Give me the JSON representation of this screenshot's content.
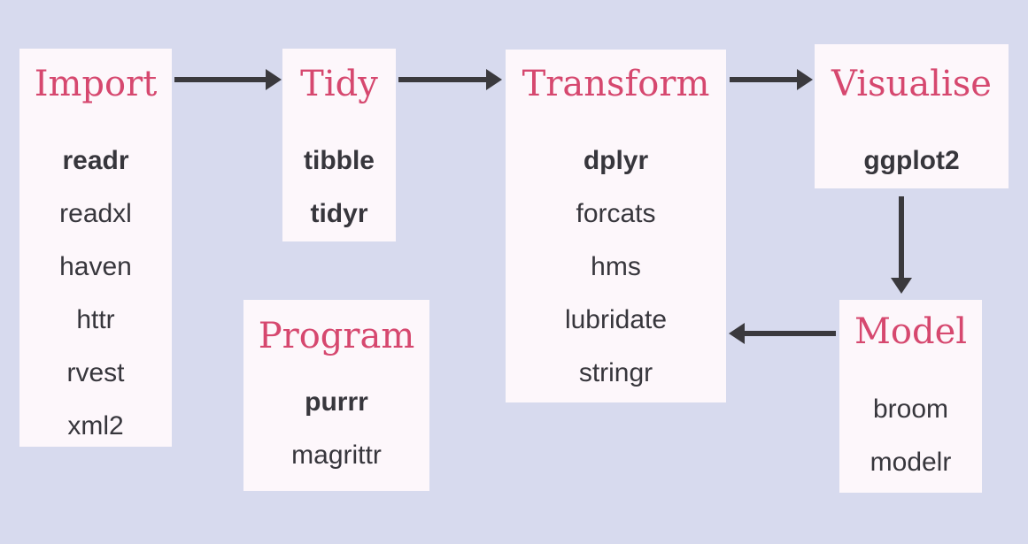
{
  "diagram": {
    "boxes": {
      "import": {
        "title": "Import",
        "packages": [
          "readr",
          "readxl",
          "haven",
          "httr",
          "rvest",
          "xml2"
        ],
        "bold_packages": [
          "readr"
        ]
      },
      "tidy": {
        "title": "Tidy",
        "packages": [
          "tibble",
          "tidyr"
        ],
        "bold_packages": [
          "tibble",
          "tidyr"
        ]
      },
      "transform": {
        "title": "Transform",
        "packages": [
          "dplyr",
          "forcats",
          "hms",
          "lubridate",
          "stringr"
        ],
        "bold_packages": [
          "dplyr"
        ]
      },
      "visualise": {
        "title": "Visualise",
        "packages": [
          "ggplot2"
        ],
        "bold_packages": [
          "ggplot2"
        ]
      },
      "program": {
        "title": "Program",
        "packages": [
          "purrr",
          "magrittr"
        ],
        "bold_packages": [
          "purrr"
        ]
      },
      "model": {
        "title": "Model",
        "packages": [
          "broom",
          "modelr"
        ],
        "bold_packages": []
      }
    },
    "arrows": [
      {
        "from": "Import",
        "to": "Tidy",
        "direction": "right"
      },
      {
        "from": "Tidy",
        "to": "Transform",
        "direction": "right"
      },
      {
        "from": "Transform",
        "to": "Visualise",
        "direction": "right"
      },
      {
        "from": "Visualise",
        "to": "Model",
        "direction": "down"
      },
      {
        "from": "Model",
        "to": "Transform",
        "direction": "left"
      }
    ],
    "colors": {
      "background": "#d7daee",
      "box_background": "#fdf7fb",
      "title_text": "#d6486f",
      "package_text": "#37363c",
      "arrow": "#3a393d"
    }
  }
}
